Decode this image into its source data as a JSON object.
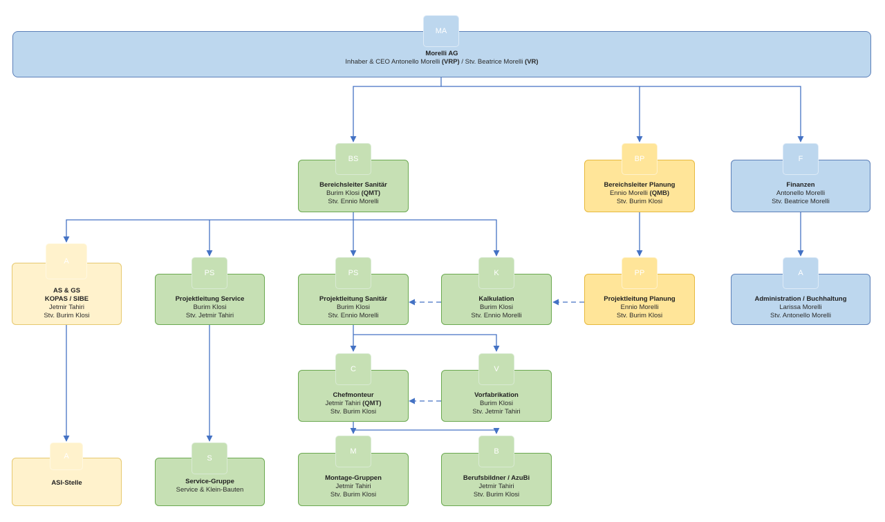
{
  "nodes": [
    {
      "id": "ma",
      "badge": "MA",
      "l1": "Morelli AG",
      "l2": "Inhaber & CEO Antonello Morelli (VRP) / Stv. Beatrice Morelli (VR)",
      "l3": "",
      "color": "blue"
    },
    {
      "id": "bs",
      "badge": "BS",
      "l1": "Bereichsleiter Sanitär",
      "l2": "Burim Klosi (QMT)",
      "l3": "Stv. Ennio Morelli",
      "color": "green"
    },
    {
      "id": "bp",
      "badge": "BP",
      "l1": "Bereichsleiter Planung",
      "l2": "Ennio Morelli (QMB)",
      "l3": "Stv. Burim Klosi",
      "color": "yellow"
    },
    {
      "id": "f",
      "badge": "F",
      "l1": "Finanzen",
      "l2": "Antonello Morelli",
      "l3": "Stv. Beatrice Morelli",
      "color": "blue"
    },
    {
      "id": "as",
      "badge": "A",
      "l1": "AS & GS",
      "l2": "KOPAS / SIBE",
      "l3": "Jetmir Tahiri",
      "l4": "Stv. Burim Klosi",
      "color": "lyellow"
    },
    {
      "id": "pls",
      "badge": "PS",
      "l1": "Projektleitung Service",
      "l2": "Burim Klosi",
      "l3": "Stv. Jetmir Tahiri",
      "color": "green"
    },
    {
      "id": "plsan",
      "badge": "PS",
      "l1": "Projektleitung Sanitär",
      "l2": "Burim Klosi",
      "l3": "Stv. Ennio Morelli",
      "color": "green"
    },
    {
      "id": "k",
      "badge": "K",
      "l1": "Kalkulation",
      "l2": "Burim Klosi",
      "l3": "Stv. Ennio Morelli",
      "color": "green"
    },
    {
      "id": "pp",
      "badge": "PP",
      "l1": "Projektleitung Planung",
      "l2": "Ennio Morelli",
      "l3": "Stv. Burim Klosi",
      "color": "yellow"
    },
    {
      "id": "adm",
      "badge": "A",
      "l1": "Administration / Buchhaltung",
      "l2": "Larissa Morelli",
      "l3": "Stv. Antonello Morelli",
      "color": "blue"
    },
    {
      "id": "c",
      "badge": "C",
      "l1": "Chefmonteur",
      "l2": "Jetmir Tahiri (QMT)",
      "l3": "Stv. Burim Klosi",
      "color": "green"
    },
    {
      "id": "v",
      "badge": "V",
      "l1": "Vorfabrikation",
      "l2": "Burim Klosi",
      "l3": "Stv. Jetmir Tahiri",
      "color": "green"
    },
    {
      "id": "asi",
      "badge": "A",
      "l1": "ASI-Stelle",
      "l2": "",
      "l3": "",
      "color": "lyellow"
    },
    {
      "id": "sg",
      "badge": "S",
      "l1": "Service-Gruppe",
      "l2": "Service & Klein-Bauten",
      "l3": "",
      "color": "green"
    },
    {
      "id": "mg",
      "badge": "M",
      "l1": "Montage-Gruppen",
      "l2": "Jetmir Tahiri",
      "l3": "Stv. Burim Klosi",
      "color": "green"
    },
    {
      "id": "bb",
      "badge": "B",
      "l1": "Berufsbildner / AzuBi",
      "l2": "Jetmir Tahiri",
      "l3": "Stv. Burim Klosi",
      "color": "green"
    }
  ],
  "colors": {
    "line": "#4472c4",
    "green": "#c6e0b4",
    "yellow": "#ffe599",
    "light_yellow": "#fff2cc",
    "blue": "#bdd7ee"
  }
}
